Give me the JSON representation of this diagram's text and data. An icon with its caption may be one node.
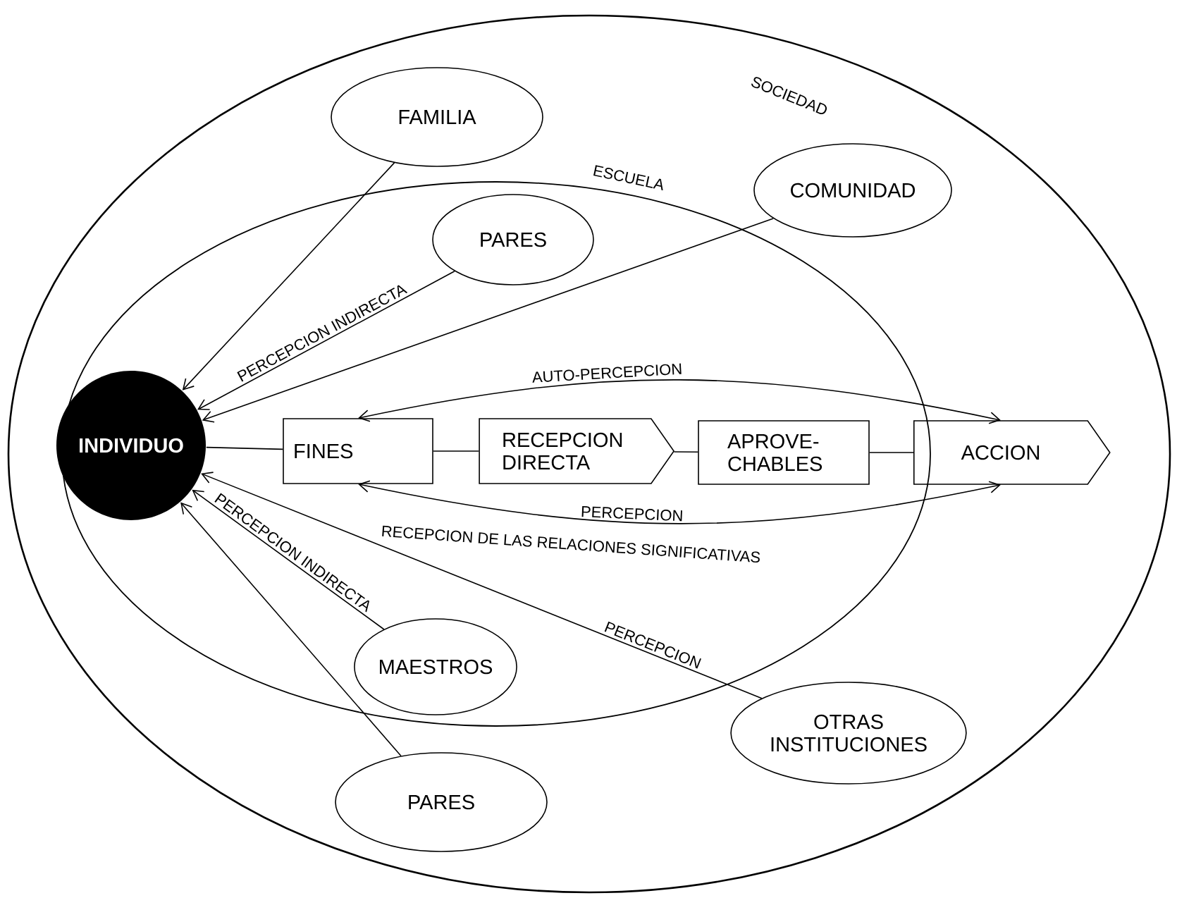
{
  "diagram": {
    "nodes": [
      {
        "text": [
          "SOCIEDAD"
        ]
      },
      {
        "text": [
          "FAMILIA"
        ],
        "in": 0
      },
      {
        "text": [
          "ESCUELA"
        ],
        "in": 0
      },
      {
        "text": [
          "COMUNIDAD"
        ],
        "in": 0
      },
      {
        "text": [
          "PARES"
        ],
        "in": 2
      },
      {
        "text": [
          "INDIVIDUO"
        ],
        "in": 2
      },
      {
        "text": [
          "FINES"
        ],
        "in": 2
      },
      {
        "text": [
          "RECEPCION DIRECTA"
        ],
        "in": 2
      },
      {
        "text": [
          "APROVE- CHABLES"
        ],
        "in": 2
      },
      {
        "text": [
          "ACCION"
        ],
        "in": 0
      },
      {
        "text": [
          "MAESTROS"
        ],
        "in": 2
      },
      {
        "text": [
          "OTRAS INSTITUCIONES"
        ],
        "in": 0
      },
      {
        "text": [
          "PARES"
        ],
        "in": 0
      }
    ],
    "edges": [
      {
        "from": 1,
        "to": 5,
        "arrow": "to"
      },
      {
        "from": 4,
        "to": 5,
        "arrow": "to",
        "label": "PERCEPCION INDIRECTA"
      },
      {
        "from": 3,
        "to": 5,
        "arrow": "to"
      },
      {
        "from": 5,
        "to": 6,
        "arrow": "none"
      },
      {
        "from": 6,
        "to": 7,
        "arrow": "none"
      },
      {
        "from": 7,
        "to": 8,
        "arrow": "none"
      },
      {
        "from": 8,
        "to": 9,
        "arrow": "none"
      },
      {
        "from": 6,
        "to": 9,
        "arrow": "both",
        "label": "AUTO-PERCEPCION"
      },
      {
        "from": 6,
        "to": 9,
        "arrow": "both",
        "label": "PERCEPCION"
      },
      {
        "from": 11,
        "to": 5,
        "arrow": "to",
        "label": "PERCEPCION"
      },
      {
        "from": 10,
        "to": 5,
        "arrow": "to",
        "label": "PERCEPCION INDIRECTA"
      },
      {
        "from": 12,
        "to": 5,
        "arrow": "to"
      }
    ],
    "labels": [
      "RECEPCION DE LAS RELACIONES SIGNIFICATIVAS"
    ]
  }
}
